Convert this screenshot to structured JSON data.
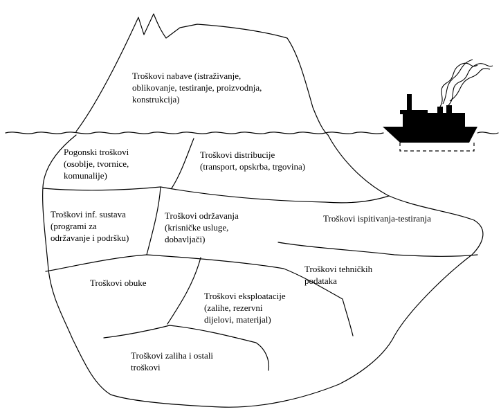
{
  "colors": {
    "ink": "#000000",
    "background": "#ffffff"
  },
  "iceberg": {
    "above_water": {
      "lines": [
        "Troškovi nabave (istraživanje,",
        "oblikovanje, testiranje, proizvodnja,",
        "konstrukcija)"
      ]
    },
    "segments": [
      {
        "id": "pogonski",
        "lines": [
          "Pogonski troškovi",
          "(osoblje, tvornice,",
          "komunalije)"
        ]
      },
      {
        "id": "distribucija",
        "lines": [
          "Troškovi distribucije",
          "(transport, opskrba, trgovina)"
        ]
      },
      {
        "id": "inf-sustava",
        "lines": [
          "Troškovi inf. sustava",
          "(programi za",
          "održavanje i podršku)"
        ]
      },
      {
        "id": "odrzavanje",
        "lines": [
          "Troškovi održavanja",
          "(krisničke usluge,",
          "dobavljači)"
        ]
      },
      {
        "id": "ispitivanje",
        "lines": [
          "Troškovi ispitivanja-testiranja"
        ]
      },
      {
        "id": "tehnicki-podaci",
        "lines": [
          "Troškovi tehničkih",
          "podataka"
        ]
      },
      {
        "id": "obuka",
        "lines": [
          "Troškovi obuke"
        ]
      },
      {
        "id": "eksploatacija",
        "lines": [
          "Troškovi eksploatacije",
          "(zalihe, rezervni",
          "dijelovi, materijal)"
        ]
      },
      {
        "id": "zalihe",
        "lines": [
          "Troškovi zaliha i ostali",
          "troškovi"
        ]
      }
    ]
  },
  "ship": {
    "icon": "steamship-icon",
    "smoke": "smoke-plume-icon"
  }
}
